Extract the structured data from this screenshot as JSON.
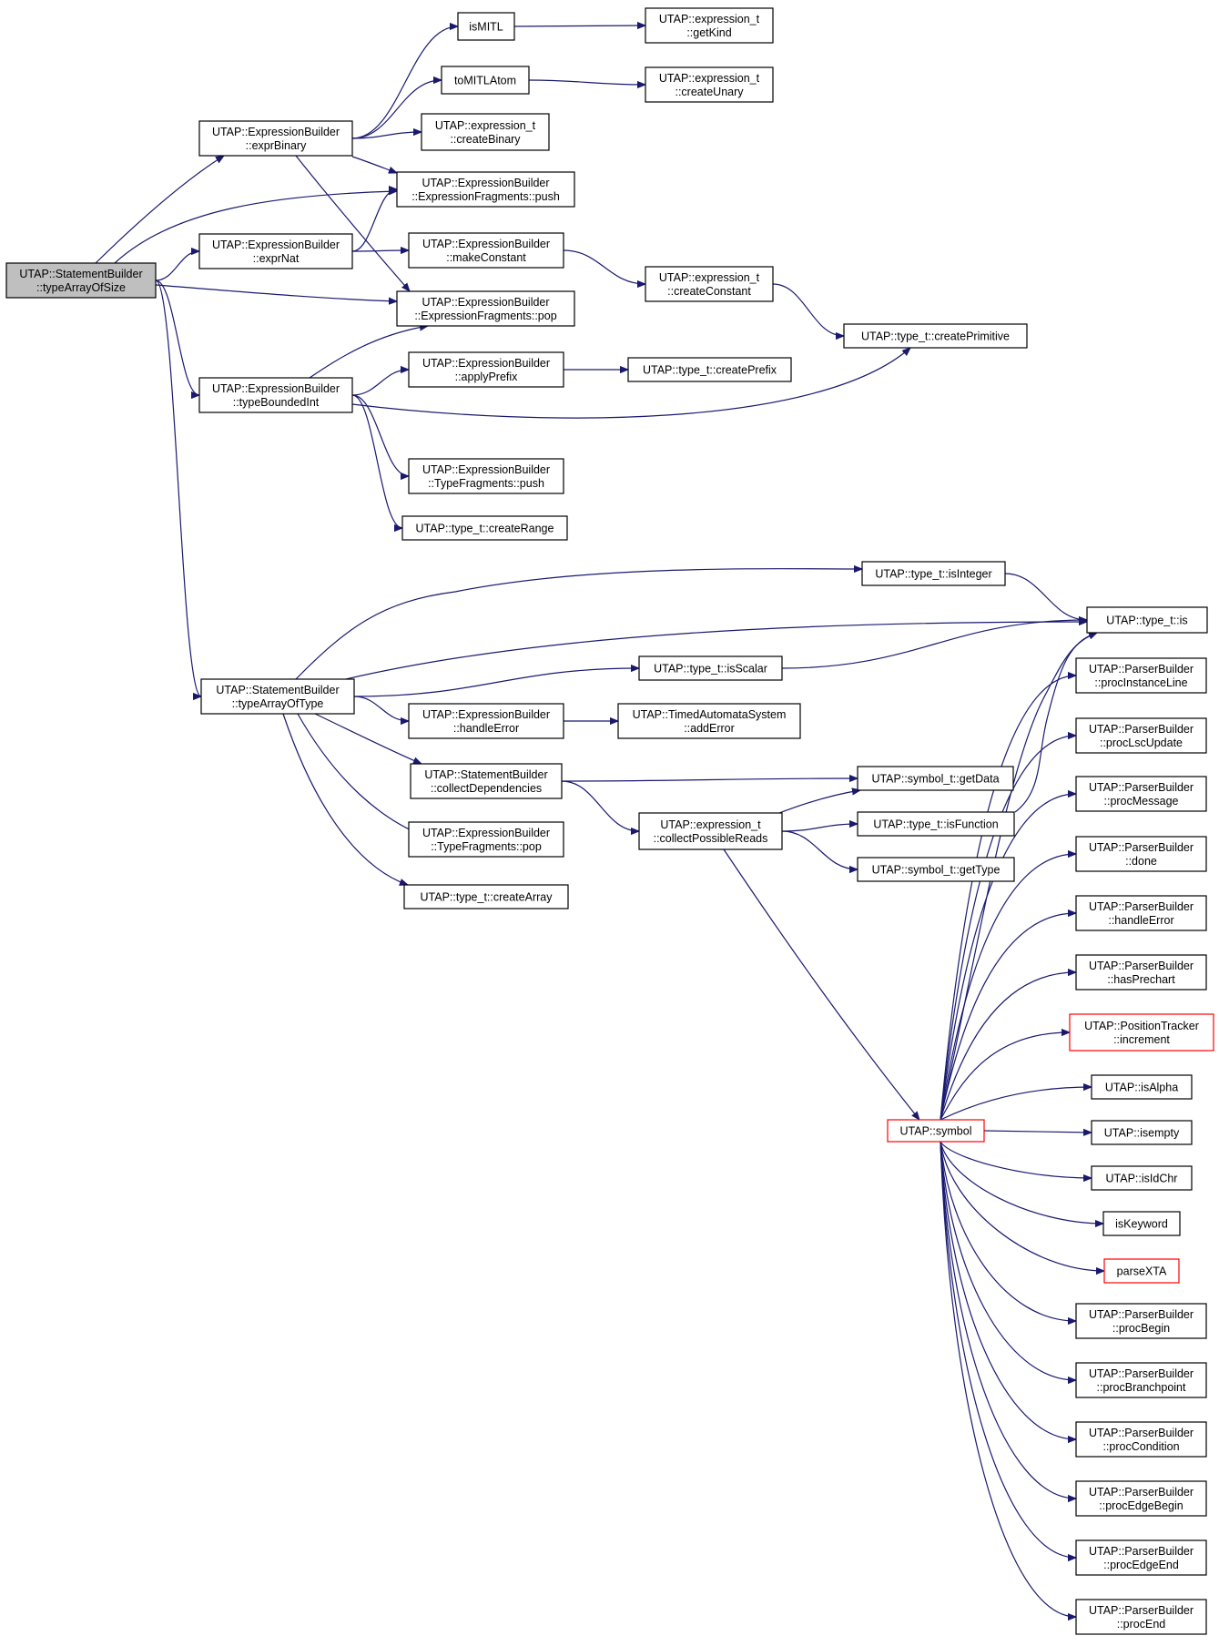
{
  "diagram": {
    "type": "call-graph",
    "nodes": [
      {
        "id": "n0",
        "lines": [
          "UTAP::StatementBuilder",
          "::typeArrayOfSize"
        ],
        "style": "root"
      },
      {
        "id": "n1",
        "lines": [
          "UTAP::ExpressionBuilder",
          "::exprBinary"
        ]
      },
      {
        "id": "n2",
        "lines": [
          "UTAP::ExpressionBuilder",
          "::ExpressionFragments::push"
        ]
      },
      {
        "id": "n3",
        "lines": [
          "UTAP::ExpressionBuilder",
          "::exprNat"
        ]
      },
      {
        "id": "n4",
        "lines": [
          "UTAP::ExpressionBuilder",
          "::ExpressionFragments::pop"
        ]
      },
      {
        "id": "n5",
        "lines": [
          "UTAP::ExpressionBuilder",
          "::typeBoundedInt"
        ]
      },
      {
        "id": "n6",
        "lines": [
          "UTAP::StatementBuilder",
          "::typeArrayOfType"
        ]
      },
      {
        "id": "n7",
        "lines": [
          "isMITL"
        ]
      },
      {
        "id": "n8",
        "lines": [
          "toMITLAtom"
        ]
      },
      {
        "id": "n9",
        "lines": [
          "UTAP::expression_t",
          "::createBinary"
        ]
      },
      {
        "id": "n10",
        "lines": [
          "UTAP::expression_t",
          "::getKind"
        ]
      },
      {
        "id": "n11",
        "lines": [
          "UTAP::expression_t",
          "::createUnary"
        ]
      },
      {
        "id": "n12",
        "lines": [
          "UTAP::ExpressionBuilder",
          "::makeConstant"
        ]
      },
      {
        "id": "n13",
        "lines": [
          "UTAP::expression_t",
          "::createConstant"
        ]
      },
      {
        "id": "n14",
        "lines": [
          "UTAP::type_t::createPrimitive"
        ]
      },
      {
        "id": "n15",
        "lines": [
          "UTAP::ExpressionBuilder",
          "::applyPrefix"
        ]
      },
      {
        "id": "n16",
        "lines": [
          "UTAP::type_t::createPrefix"
        ]
      },
      {
        "id": "n17",
        "lines": [
          "UTAP::ExpressionBuilder",
          "::TypeFragments::push"
        ]
      },
      {
        "id": "n18",
        "lines": [
          "UTAP::type_t::createRange"
        ]
      },
      {
        "id": "n19",
        "lines": [
          "UTAP::type_t::isInteger"
        ]
      },
      {
        "id": "n20",
        "lines": [
          "UTAP::type_t::is"
        ]
      },
      {
        "id": "n21",
        "lines": [
          "UTAP::type_t::isScalar"
        ]
      },
      {
        "id": "n22",
        "lines": [
          "UTAP::ExpressionBuilder",
          "::handleError"
        ]
      },
      {
        "id": "n23",
        "lines": [
          "UTAP::TimedAutomataSystem",
          "::addError"
        ]
      },
      {
        "id": "n24",
        "lines": [
          "UTAP::StatementBuilder",
          "::collectDependencies"
        ]
      },
      {
        "id": "n25",
        "lines": [
          "UTAP::ExpressionBuilder",
          "::TypeFragments::pop"
        ]
      },
      {
        "id": "n26",
        "lines": [
          "UTAP::type_t::createArray"
        ]
      },
      {
        "id": "n27",
        "lines": [
          "UTAP::symbol_t::getData"
        ]
      },
      {
        "id": "n28",
        "lines": [
          "UTAP::expression_t",
          "::collectPossibleReads"
        ]
      },
      {
        "id": "n29",
        "lines": [
          "UTAP::type_t::isFunction"
        ]
      },
      {
        "id": "n30",
        "lines": [
          "UTAP::symbol_t::getType"
        ]
      },
      {
        "id": "n31",
        "lines": [
          "UTAP::symbol"
        ],
        "style": "truncated"
      },
      {
        "id": "n32",
        "lines": [
          "UTAP::ParserBuilder",
          "::procInstanceLine"
        ]
      },
      {
        "id": "n33",
        "lines": [
          "UTAP::ParserBuilder",
          "::procLscUpdate"
        ]
      },
      {
        "id": "n34",
        "lines": [
          "UTAP::ParserBuilder",
          "::procMessage"
        ]
      },
      {
        "id": "n35",
        "lines": [
          "UTAP::ParserBuilder",
          "::done"
        ]
      },
      {
        "id": "n36",
        "lines": [
          "UTAP::ParserBuilder",
          "::handleError"
        ]
      },
      {
        "id": "n37",
        "lines": [
          "UTAP::ParserBuilder",
          "::hasPrechart"
        ]
      },
      {
        "id": "n38",
        "lines": [
          "UTAP::PositionTracker",
          "::increment"
        ],
        "style": "truncated"
      },
      {
        "id": "n39",
        "lines": [
          "UTAP::isAlpha"
        ]
      },
      {
        "id": "n40",
        "lines": [
          "UTAP::isempty"
        ]
      },
      {
        "id": "n41",
        "lines": [
          "UTAP::isIdChr"
        ]
      },
      {
        "id": "n42",
        "lines": [
          "isKeyword"
        ]
      },
      {
        "id": "n43",
        "lines": [
          "parseXTA"
        ],
        "style": "truncated"
      },
      {
        "id": "n44",
        "lines": [
          "UTAP::ParserBuilder",
          "::procBegin"
        ]
      },
      {
        "id": "n45",
        "lines": [
          "UTAP::ParserBuilder",
          "::procBranchpoint"
        ]
      },
      {
        "id": "n46",
        "lines": [
          "UTAP::ParserBuilder",
          "::procCondition"
        ]
      },
      {
        "id": "n47",
        "lines": [
          "UTAP::ParserBuilder",
          "::procEdgeBegin"
        ]
      },
      {
        "id": "n48",
        "lines": [
          "UTAP::ParserBuilder",
          "::procEdgeEnd"
        ]
      },
      {
        "id": "n49",
        "lines": [
          "UTAP::ParserBuilder",
          "::procEnd"
        ]
      }
    ],
    "edges": [
      [
        "n0",
        "n1"
      ],
      [
        "n0",
        "n2"
      ],
      [
        "n0",
        "n3"
      ],
      [
        "n0",
        "n4"
      ],
      [
        "n0",
        "n5"
      ],
      [
        "n0",
        "n6"
      ],
      [
        "n1",
        "n7"
      ],
      [
        "n1",
        "n8"
      ],
      [
        "n1",
        "n9"
      ],
      [
        "n1",
        "n2"
      ],
      [
        "n1",
        "n4"
      ],
      [
        "n7",
        "n10"
      ],
      [
        "n8",
        "n11"
      ],
      [
        "n3",
        "n2"
      ],
      [
        "n3",
        "n12"
      ],
      [
        "n12",
        "n13"
      ],
      [
        "n13",
        "n14"
      ],
      [
        "n5",
        "n4"
      ],
      [
        "n5",
        "n15"
      ],
      [
        "n5",
        "n14"
      ],
      [
        "n5",
        "n17"
      ],
      [
        "n5",
        "n18"
      ],
      [
        "n15",
        "n16"
      ],
      [
        "n6",
        "n19"
      ],
      [
        "n6",
        "n20"
      ],
      [
        "n6",
        "n21"
      ],
      [
        "n6",
        "n22"
      ],
      [
        "n6",
        "n24"
      ],
      [
        "n6",
        "n25"
      ],
      [
        "n6",
        "n26"
      ],
      [
        "n19",
        "n20"
      ],
      [
        "n21",
        "n20"
      ],
      [
        "n22",
        "n23"
      ],
      [
        "n24",
        "n27"
      ],
      [
        "n24",
        "n28"
      ],
      [
        "n28",
        "n27"
      ],
      [
        "n28",
        "n29"
      ],
      [
        "n28",
        "n30"
      ],
      [
        "n28",
        "n31"
      ],
      [
        "n29",
        "n20"
      ],
      [
        "n31",
        "n20"
      ],
      [
        "n31",
        "n32"
      ],
      [
        "n31",
        "n33"
      ],
      [
        "n31",
        "n34"
      ],
      [
        "n31",
        "n35"
      ],
      [
        "n31",
        "n36"
      ],
      [
        "n31",
        "n37"
      ],
      [
        "n31",
        "n38"
      ],
      [
        "n31",
        "n39"
      ],
      [
        "n31",
        "n40"
      ],
      [
        "n31",
        "n41"
      ],
      [
        "n31",
        "n42"
      ],
      [
        "n31",
        "n43"
      ],
      [
        "n31",
        "n44"
      ],
      [
        "n31",
        "n45"
      ],
      [
        "n31",
        "n46"
      ],
      [
        "n31",
        "n47"
      ],
      [
        "n31",
        "n48"
      ],
      [
        "n31",
        "n49"
      ]
    ]
  }
}
